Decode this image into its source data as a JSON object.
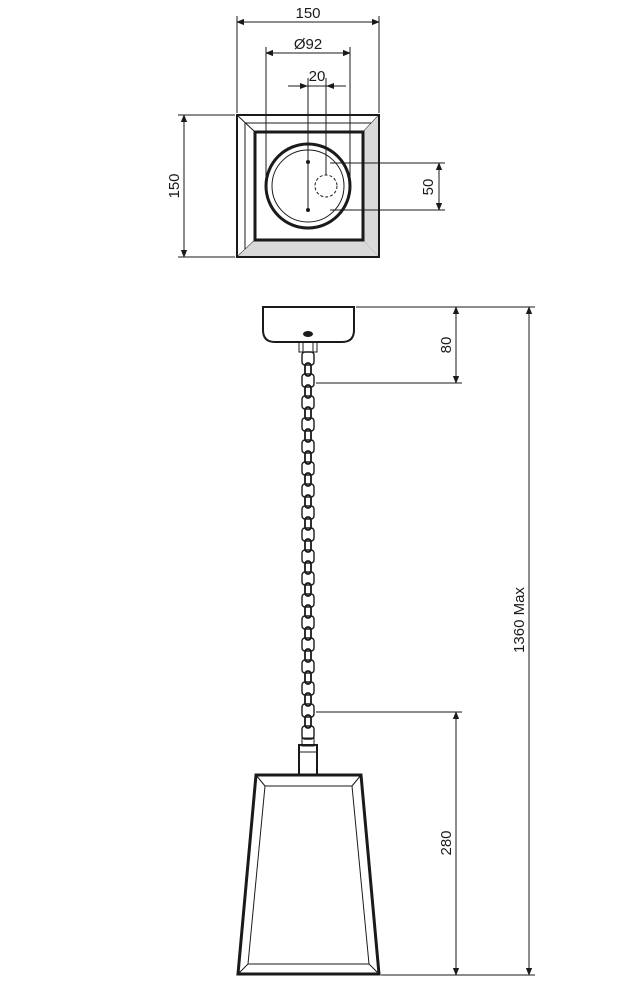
{
  "top_view": {
    "width_label": "150",
    "height_label": "150",
    "diameter_label": "Ø92",
    "spacing_label": "20",
    "offset_label": "50"
  },
  "side_view": {
    "canopy_height_label": "80",
    "total_height_label": "1360 Max",
    "shade_height_label": "280"
  },
  "colors": {
    "line": "#1a1a1a",
    "background": "#ffffff"
  }
}
